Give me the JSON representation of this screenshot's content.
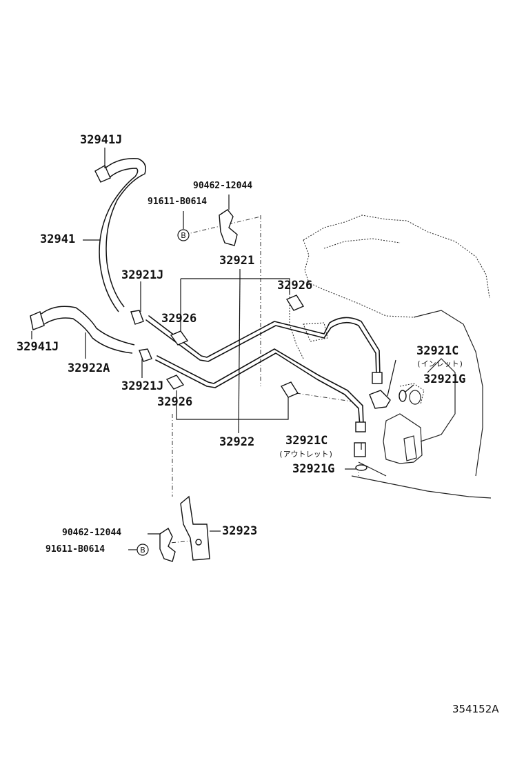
{
  "labels": {
    "hose_upper_clamp": "32941J",
    "clip_top_number": "90462-12044",
    "bolt_top_number": "91611-B0614",
    "hose_upper": "32941",
    "pipe_upper": "32921",
    "clamp_upper_pipe": "32921J",
    "grommet_right_top": "32926",
    "grommet_left_top": "32926",
    "hose_lower_clamp": "32941J",
    "hose_lower": "32922A",
    "clamp_lower_pipe": "32921J",
    "union_inlet": "32921C",
    "union_inlet_note": "(インレット)",
    "gasket_inlet": "32921G",
    "grommet_left_bottom": "32926",
    "pipe_lower": "32922",
    "union_outlet": "32921C",
    "union_outlet_note": "(アウトレット)",
    "gasket_outlet": "32921G",
    "clip_bottom_number": "90462-12044",
    "bracket": "32923",
    "bolt_bottom_number": "91611-B0614",
    "bolt_marker_top": "B",
    "bolt_marker_bottom": "B"
  },
  "illustration_code": "354152A"
}
